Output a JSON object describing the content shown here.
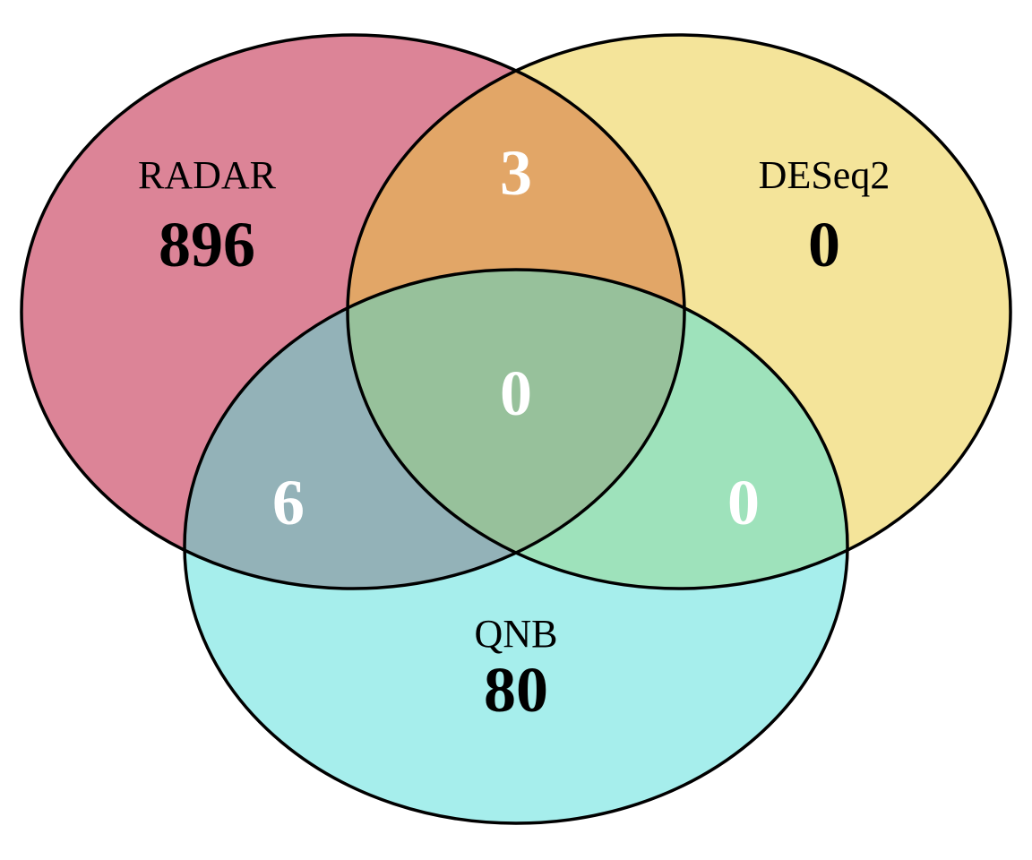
{
  "colors": {
    "radar": "#dc8497",
    "deseq2": "#f4e49a",
    "qnb": "#a6eeec",
    "radar_deseq2": "#e2a667",
    "radar_qnb": "#93b2b8",
    "deseq2_qnb": "#9ee2bb",
    "all_three": "#97c19b",
    "outline": "#000000"
  },
  "sets": {
    "radar": {
      "name": "RADAR",
      "count": "896"
    },
    "deseq2": {
      "name": "DESeq2",
      "count": "0"
    },
    "qnb": {
      "name": "QNB",
      "count": "80"
    }
  },
  "overlaps": {
    "radar_deseq2": "3",
    "radar_qnb": "6",
    "deseq2_qnb": "0",
    "all_three": "0"
  }
}
